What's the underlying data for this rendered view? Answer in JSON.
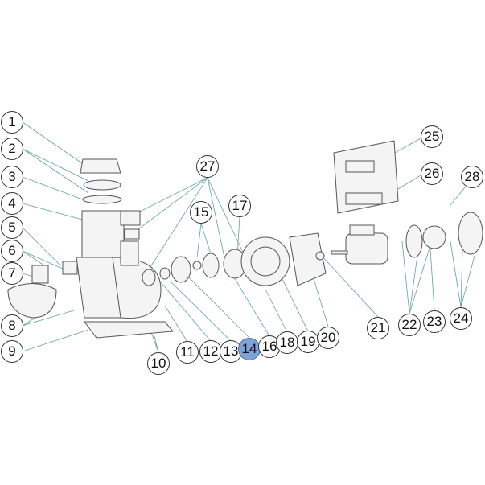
{
  "diagram": {
    "highlighted": "14",
    "highlight_color": "#7ea3d8",
    "callouts": [
      "1",
      "2",
      "3",
      "4",
      "5",
      "6",
      "7",
      "8",
      "9",
      "10",
      "11",
      "12",
      "13",
      "14",
      "15",
      "16",
      "17",
      "18",
      "19",
      "20",
      "21",
      "22",
      "23",
      "24",
      "25",
      "26",
      "27",
      "28"
    ]
  }
}
